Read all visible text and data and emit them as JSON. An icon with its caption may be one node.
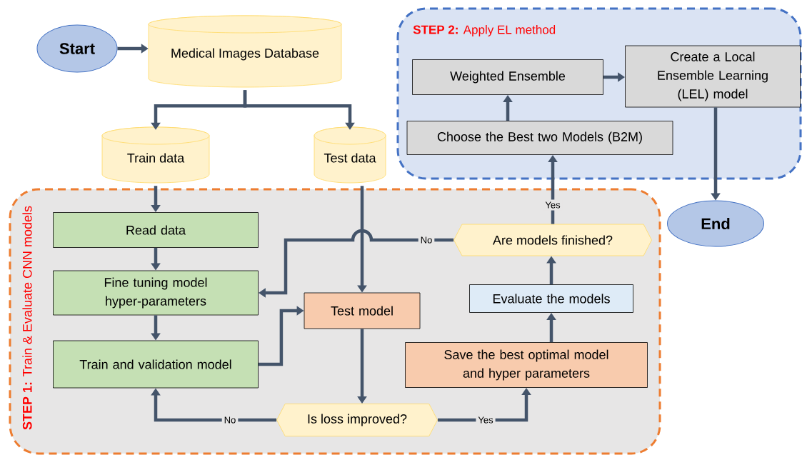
{
  "diagram": {
    "nodes": [
      {
        "text": [
          "Start"
        ]
      },
      {
        "text": [
          "Medical Images Database"
        ]
      },
      {
        "text": [
          "Train data"
        ]
      },
      {
        "text": [
          "Test data"
        ]
      },
      {
        "text": [
          "**STEP 1:** Train & Evaluate CNN models"
        ]
      },
      {
        "text": [
          "Read data"
        ],
        "in": 4
      },
      {
        "text": [
          "Fine tuning model hyper-parameters"
        ],
        "in": 4
      },
      {
        "text": [
          "Train and validation model"
        ],
        "in": 4
      },
      {
        "text": [
          "Test model"
        ],
        "in": 4
      },
      {
        "text": [
          "Is loss improved?"
        ],
        "in": 4
      },
      {
        "text": [
          "Save the best optimal model and hyper parameters"
        ],
        "in": 4
      },
      {
        "text": [
          "Evaluate the models"
        ],
        "in": 4
      },
      {
        "text": [
          "Are models finished?"
        ],
        "in": 4
      },
      {
        "text": [
          "**STEP 2:** Apply EL method"
        ]
      },
      {
        "text": [
          "Choose the Best two Models (B2M)"
        ],
        "in": 13
      },
      {
        "text": [
          "Weighted Ensemble"
        ],
        "in": 13
      },
      {
        "text": [
          "Create a Local Ensemble Learning (LEL) model"
        ],
        "in": 13
      },
      {
        "text": [
          "End"
        ]
      }
    ],
    "edges": [
      {
        "from": 0,
        "to": 1,
        "arrow": "to"
      },
      {
        "from": 1,
        "to": 2,
        "arrow": "to"
      },
      {
        "from": 1,
        "to": 3,
        "arrow": "to"
      },
      {
        "from": 2,
        "to": 5,
        "arrow": "to"
      },
      {
        "from": 3,
        "to": 8,
        "arrow": "to"
      },
      {
        "from": 5,
        "to": 6,
        "arrow": "to"
      },
      {
        "from": 6,
        "to": 7,
        "arrow": "to"
      },
      {
        "from": 7,
        "to": 8,
        "arrow": "to"
      },
      {
        "from": 8,
        "to": 9,
        "arrow": "to"
      },
      {
        "from": 9,
        "to": 7,
        "arrow": "to",
        "label": "No"
      },
      {
        "from": 9,
        "to": 10,
        "arrow": "to",
        "label": "Yes"
      },
      {
        "from": 10,
        "to": 11,
        "arrow": "to"
      },
      {
        "from": 11,
        "to": 12,
        "arrow": "to"
      },
      {
        "from": 12,
        "to": 6,
        "arrow": "to",
        "label": "No"
      },
      {
        "from": 12,
        "to": 14,
        "arrow": "to",
        "label": "Yes"
      },
      {
        "from": 14,
        "to": 15,
        "arrow": "to"
      },
      {
        "from": 15,
        "to": 16,
        "arrow": "to"
      },
      {
        "from": 16,
        "to": 17,
        "arrow": "to"
      }
    ]
  }
}
